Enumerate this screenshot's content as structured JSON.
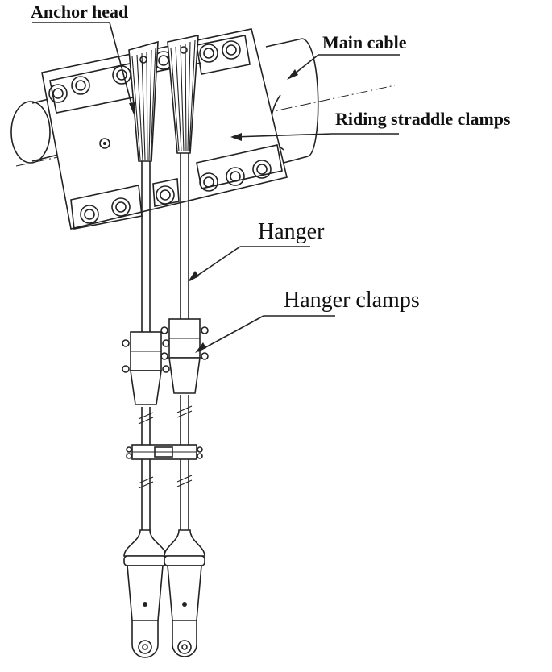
{
  "labels": {
    "anchor_head": "Anchor head",
    "main_cable": "Main cable",
    "riding_straddle_clamps": "Riding straddle clamps",
    "hanger": "Hanger",
    "hanger_clamps": "Hanger clamps"
  },
  "colors": {
    "line": "#222222",
    "background": "#ffffff"
  }
}
